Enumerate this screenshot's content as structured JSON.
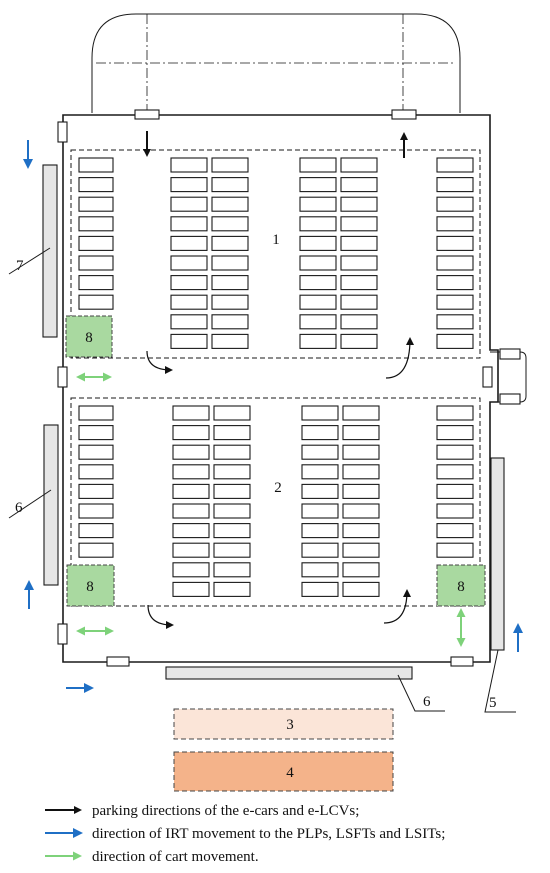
{
  "diagram": {
    "zone_labels": {
      "z1": "1",
      "z2": "2",
      "z3": "3",
      "z4": "4",
      "z5": "5",
      "z6_left": "6",
      "z6_bottom": "6",
      "z7": "7",
      "z8_top_left": "8",
      "z8_bottom_left": "8",
      "z8_bottom_right": "8"
    },
    "colors": {
      "parking_arrow": "#111111",
      "irt_arrow": "#1f6fc5",
      "cart_arrow": "#7ed27a",
      "cart_zone": "#a9d9a0",
      "zone3_fill": "#fbe5d8",
      "zone4_fill": "#f4b38a"
    }
  },
  "legend": [
    {
      "arrow": "parking_arrow",
      "label": "parking directions of the e-cars and e-LCVs;"
    },
    {
      "arrow": "irt_arrow",
      "label": "direction of IRT movement to the PLPs, LSFTs and LSITs;"
    },
    {
      "arrow": "cart_arrow",
      "label": "direction of cart movement."
    }
  ]
}
